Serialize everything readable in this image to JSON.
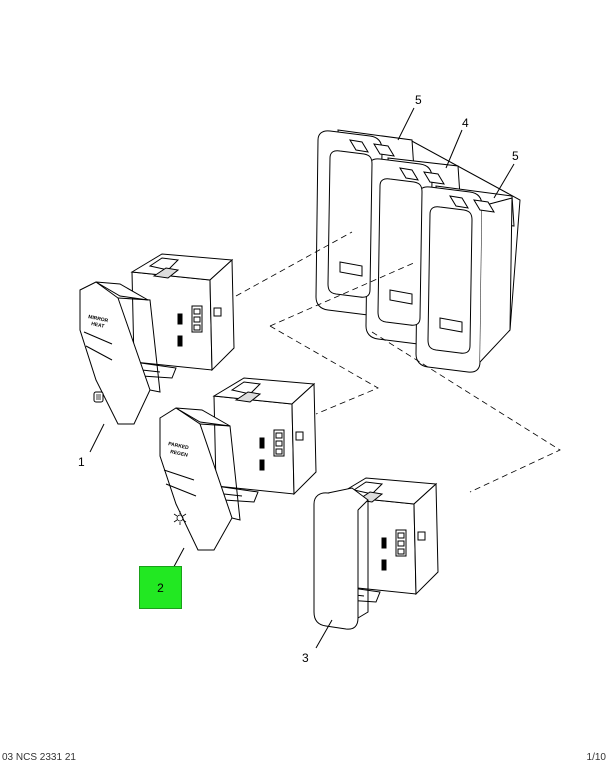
{
  "callouts": {
    "item1": "1",
    "item2": "2",
    "item3": "3",
    "item4": "4",
    "item5a": "5",
    "item5b": "5"
  },
  "switch_labels": {
    "switch1_line1": "MIRROR",
    "switch1_line2": "HEAT",
    "switch2_line1": "PARKED",
    "switch2_line2": "REGEN"
  },
  "highlight": {
    "color": "#22e822"
  },
  "footer": {
    "left": "03 NCS 2331 21",
    "right": "1/10"
  },
  "icons": {
    "mirror_heat": "mirror-heat-icon",
    "regen": "regen-icon"
  }
}
